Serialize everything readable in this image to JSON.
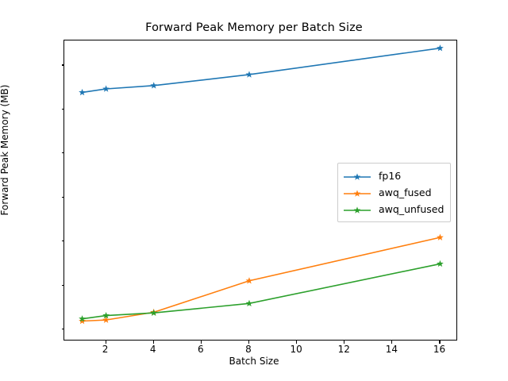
{
  "chart_data": {
    "type": "line",
    "title": "Forward Peak Memory per Batch Size",
    "xlabel": "Batch Size",
    "ylabel": "Forward Peak Memory (MB)",
    "x": [
      1,
      2,
      4,
      8,
      16
    ],
    "xlim": [
      0.25,
      16.75
    ],
    "ylim": [
      5430,
      19100
    ],
    "xticks": [
      2,
      4,
      6,
      8,
      10,
      12,
      14,
      16
    ],
    "xticklabels": [
      "2",
      "4",
      "6",
      "8",
      "10",
      "12",
      "14",
      "16"
    ],
    "yticks": [
      6000,
      8000,
      10000,
      12000,
      14000,
      16000,
      18000
    ],
    "yticklabels": [
      "6000",
      "8000",
      "10000",
      "12000",
      "14000",
      "16000",
      "18000"
    ],
    "grid": false,
    "legend_position": "center right",
    "marker": "star",
    "series": [
      {
        "name": "fp16",
        "color": "#1f77b4",
        "values": [
          16740,
          16900,
          17050,
          17550,
          18750
        ]
      },
      {
        "name": "awq_fused",
        "color": "#ff7f0e",
        "values": [
          6350,
          6400,
          6750,
          8180,
          10150
        ]
      },
      {
        "name": "awq_unfused",
        "color": "#2ca02c",
        "values": [
          6450,
          6600,
          6720,
          7150,
          8950
        ]
      }
    ]
  }
}
